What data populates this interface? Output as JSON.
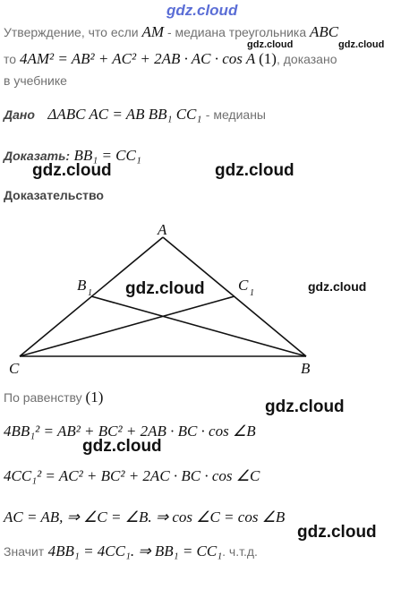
{
  "header_watermark": "gdz.cloud",
  "statement": {
    "line1_prefix": "Утверждение, что если",
    "line1_var": "AM",
    "line1_mid": "- медиана треугольника",
    "line1_tri": "ABC",
    "line2_prefix": "то",
    "line2_formula": "4AM² = AB² + AC² + 2AB · AC · cos A",
    "line2_tag": "(1)",
    "line2_suffix": ", доказано",
    "line3": "в учебнике"
  },
  "given": {
    "label": "Дано",
    "formula": "ΔABC  AC = AB  BB₁  CC₁",
    "suffix": "- медианы"
  },
  "prove": {
    "label": "Доказать:",
    "formula": "BB₁ = CC₁"
  },
  "proof_heading": "Доказательство",
  "diagram": {
    "labels": {
      "A": "A",
      "B": "B",
      "C": "C",
      "B1": "B",
      "B1_sub": "1",
      "C1": "C",
      "C1_sub": "1"
    }
  },
  "proof": {
    "equality_intro": "По равенству",
    "equality_tag": "(1)",
    "eq1": "4BB₁² = AB² + BC² + 2AB · BC · cos ∠B",
    "eq2": "4CC₁² = AC² + BC² + 2AC · BC · cos ∠C",
    "eq3": "AC = AB, ⇒ ∠C = ∠B. ⇒ cos ∠C = cos ∠B",
    "conclusion_prefix": "Значит",
    "conclusion_formula": "4BB₁ = 4CC₁. ⇒ BB₁ = CC₁",
    "conclusion_suffix": ". ч.т.д."
  },
  "watermarks": [
    "gdz.cloud",
    "gdz.cloud",
    "gdz.cloud",
    "gdz.cloud",
    "gdz.cloud",
    "gdz.cloud",
    "gdz.cloud",
    "gdz.cloud",
    "gdz.cloud"
  ]
}
